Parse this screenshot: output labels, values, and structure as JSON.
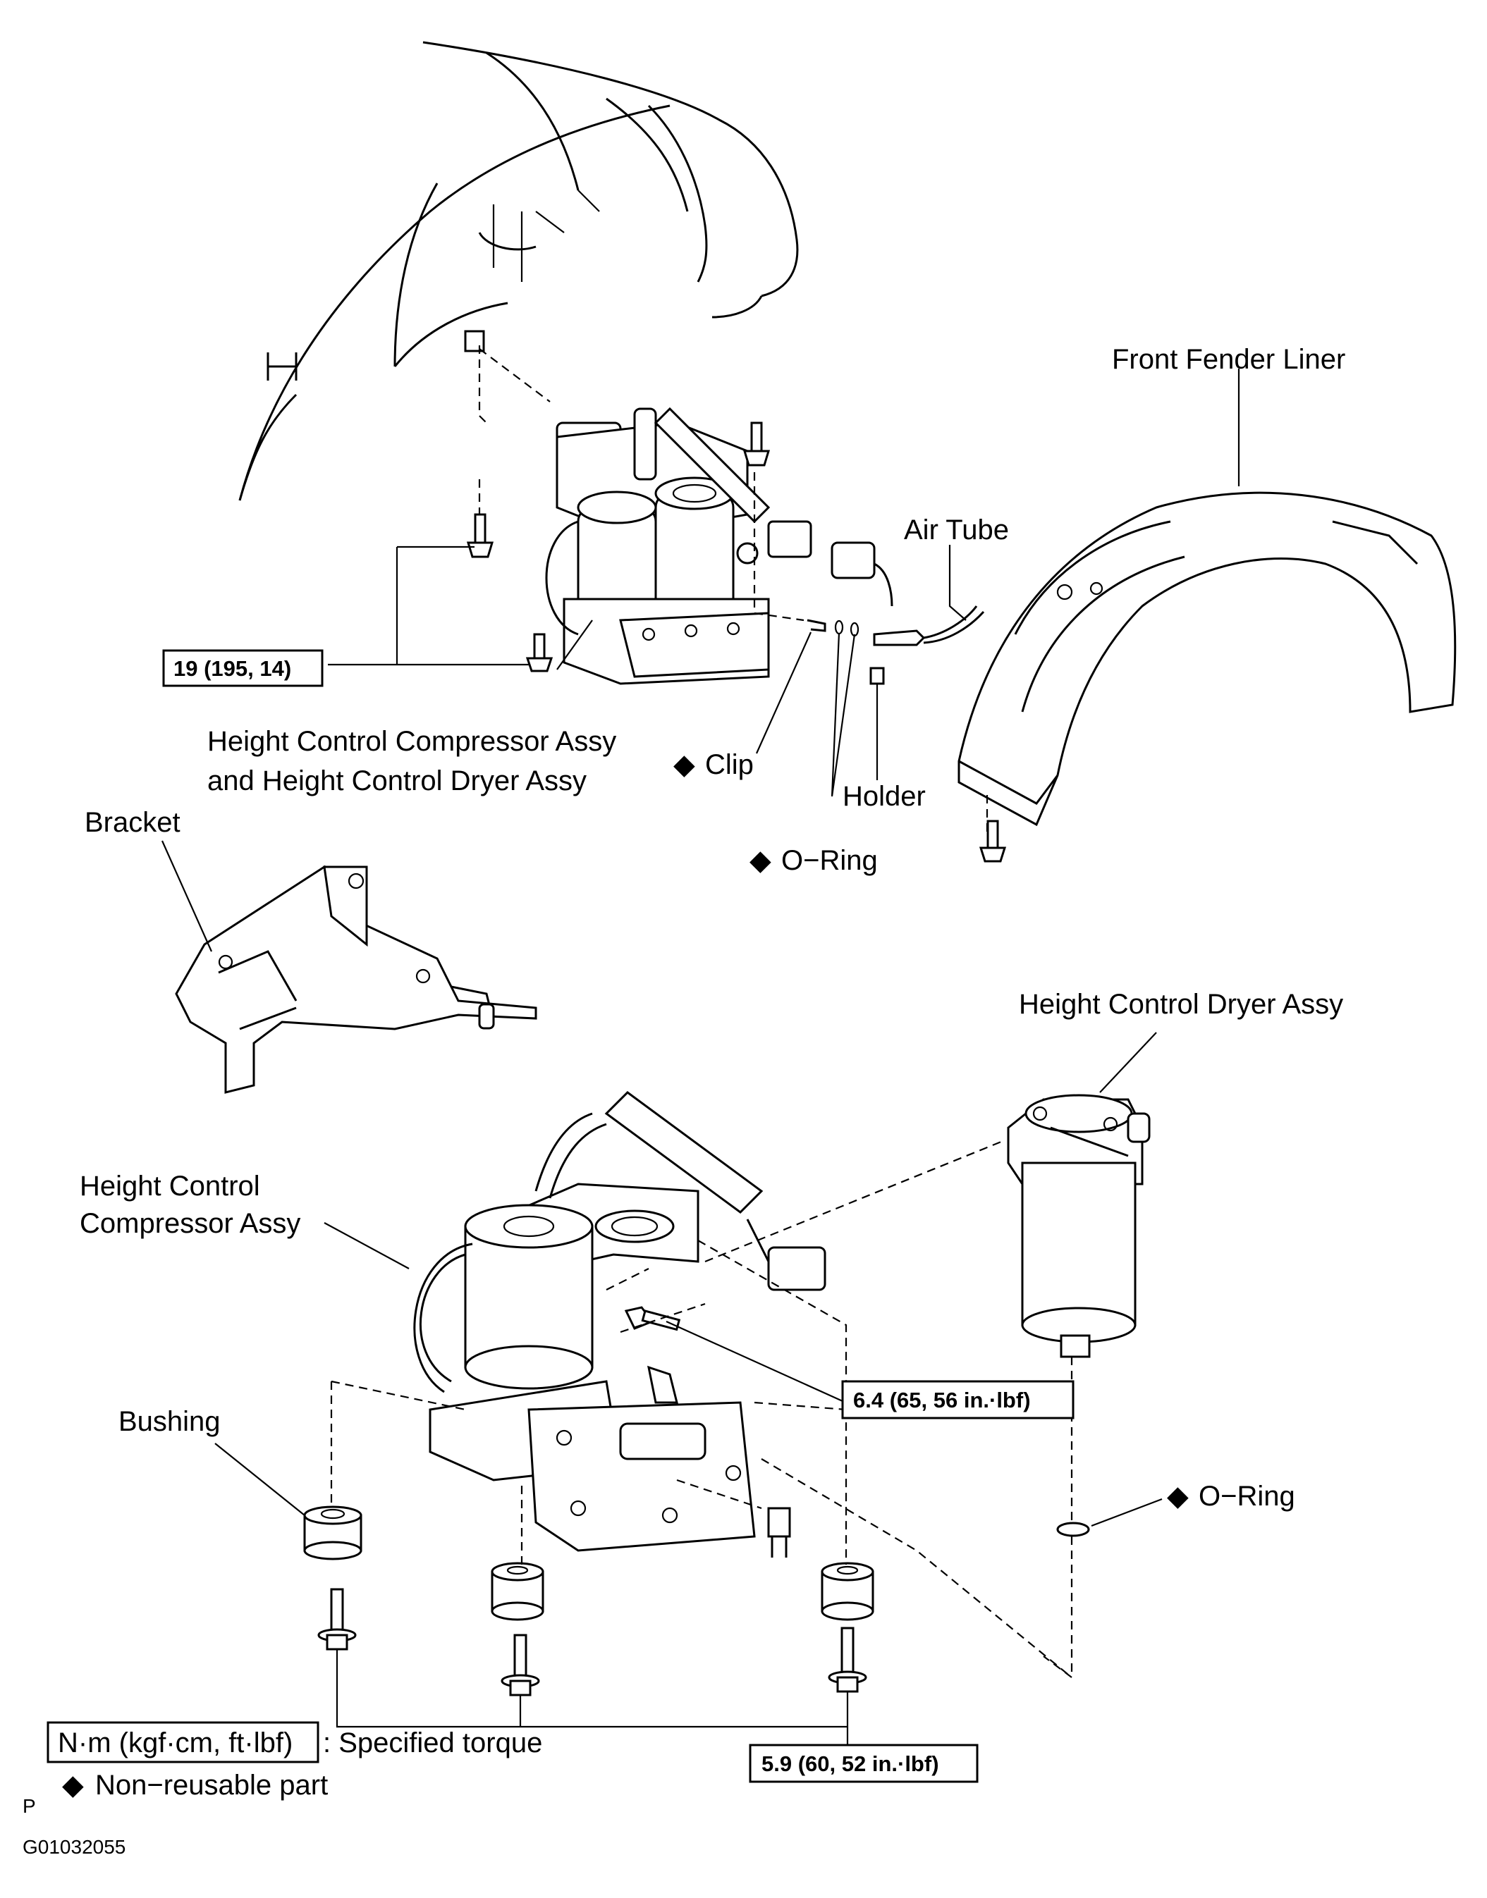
{
  "labels": {
    "front_fender_liner": "Front Fender Liner",
    "air_tube": "Air Tube",
    "compressor_dryer_line1": "Height Control Compressor Assy",
    "compressor_dryer_line2": "and Height Control Dryer Assy",
    "clip": "Clip",
    "holder": "Holder",
    "o_ring_top": "O−Ring",
    "bracket": "Bracket",
    "dryer_assy": "Height Control Dryer Assy",
    "compressor_line1": "Height Control",
    "compressor_line2": "Compressor Assy",
    "bushing": "Bushing",
    "o_ring_right": "O−Ring"
  },
  "torques": {
    "bracket_bolts": "19 (195, 14)",
    "compressor_bolt": "6.4 (65, 56 in.·lbf)",
    "mount_bolts": "5.9 (60, 52 in.·lbf)"
  },
  "legend": {
    "torque_unit": "N·m (kgf·cm, ft·lbf)",
    "torque_desc": ": Specified torque",
    "non_reusable": "Non−reusable part"
  },
  "symbols": {
    "non_reusable_mark": "◆"
  },
  "footer": {
    "page_letter": "P",
    "figure_code": "G01032055"
  }
}
